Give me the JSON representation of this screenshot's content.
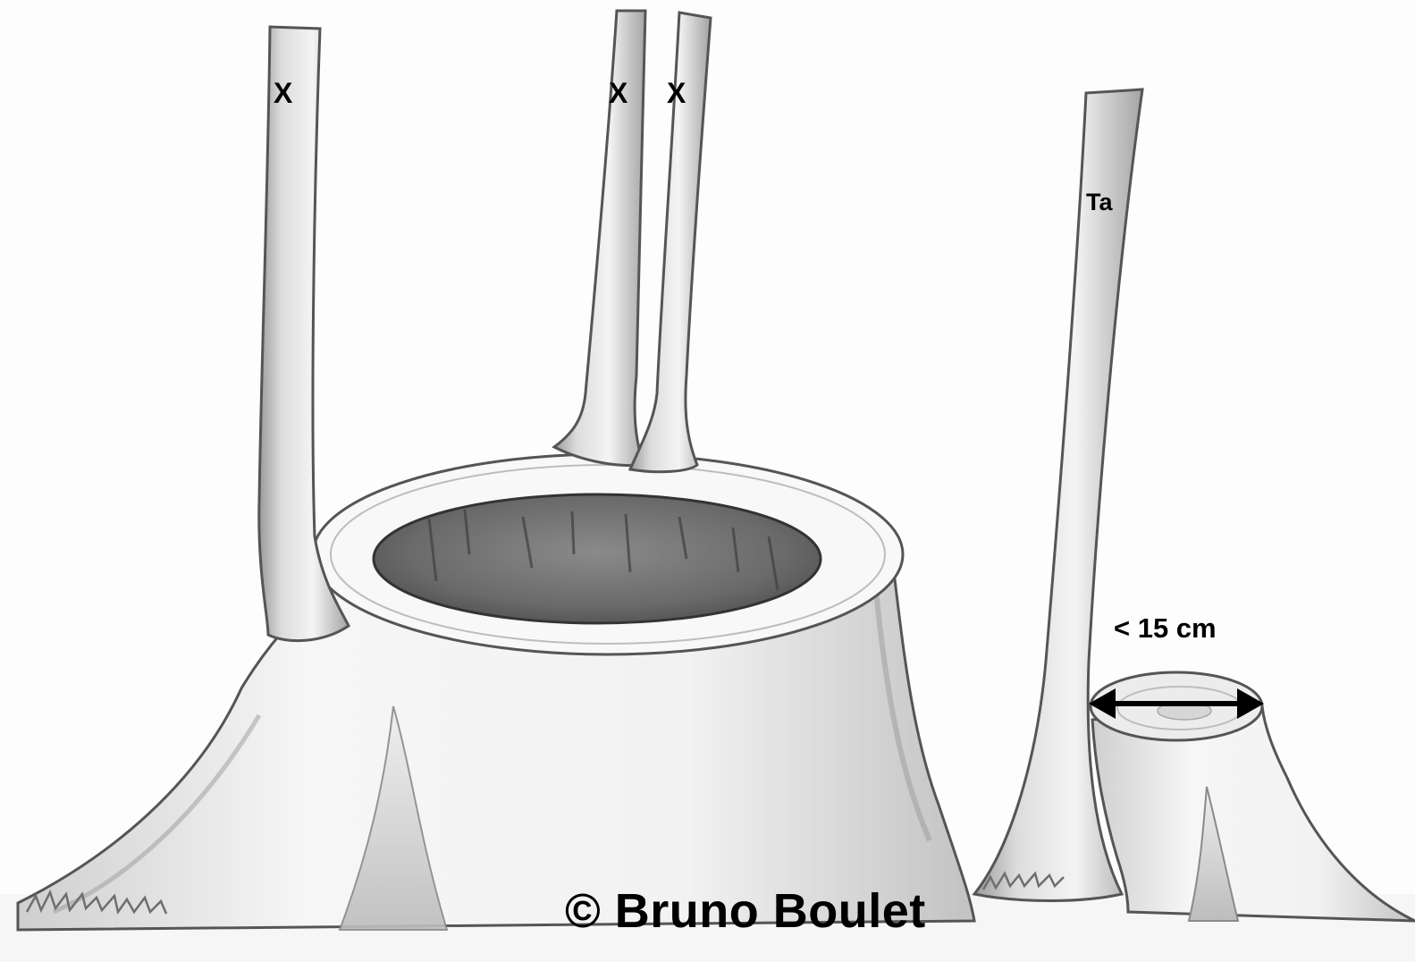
{
  "drawing": {
    "labels": {
      "stem_left": "X",
      "stem_middle_left": "X",
      "stem_middle_right": "X",
      "stem_right": "Ta",
      "dimension": "< 15 cm"
    },
    "credit": "© Bruno Boulet",
    "palette": {
      "paper": "#fdfdfd",
      "pencil": "#555555",
      "shade_light": "#d6d6d6",
      "shade_mid": "#a8a8a8",
      "shade_dark": "#6e6e6e",
      "ink": "#000000"
    }
  }
}
